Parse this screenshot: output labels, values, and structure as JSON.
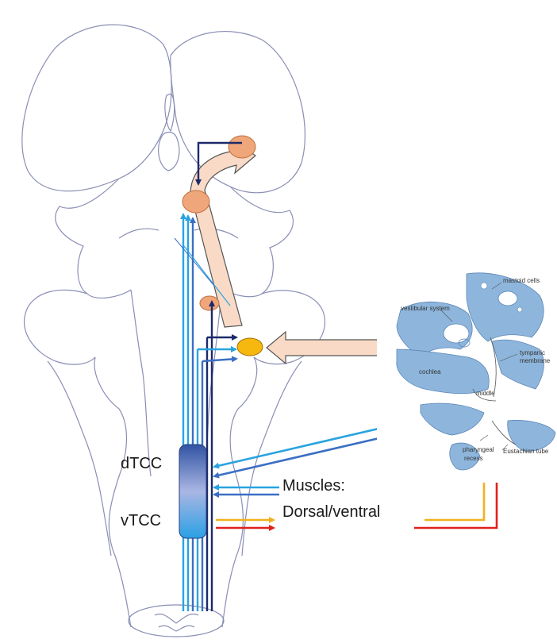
{
  "labels": {
    "dtcc": "dTCC",
    "vtcc": "vTCC",
    "muscles_line1": "Muscles:",
    "muscles_line2": "Dorsal/ventral"
  },
  "ear_labels": {
    "mastoid": "mastoid cells",
    "vestibular": "vestibular system",
    "tympanic_line1": "tympanic",
    "tympanic_line2": "membrane",
    "cochlea": "cochlea",
    "middle": "middle",
    "pharyngeal_line1": "pharyngeal",
    "pharyngeal_line2": "recess",
    "eustachian": "Eustachian tube"
  },
  "colors": {
    "outline": "#8a8fb5",
    "navy": "#1c2a6b",
    "light_blue": "#29a3e0",
    "mid_blue": "#3b6fc4",
    "orange_nucleus": "#efa67a",
    "pathway_fill": "#f8dac6",
    "yellow_nucleus": "#f6b70f",
    "orange_arrow": "#f2b11b",
    "red_arrow": "#e0201c",
    "ear_blue": "#8eb6dc"
  }
}
